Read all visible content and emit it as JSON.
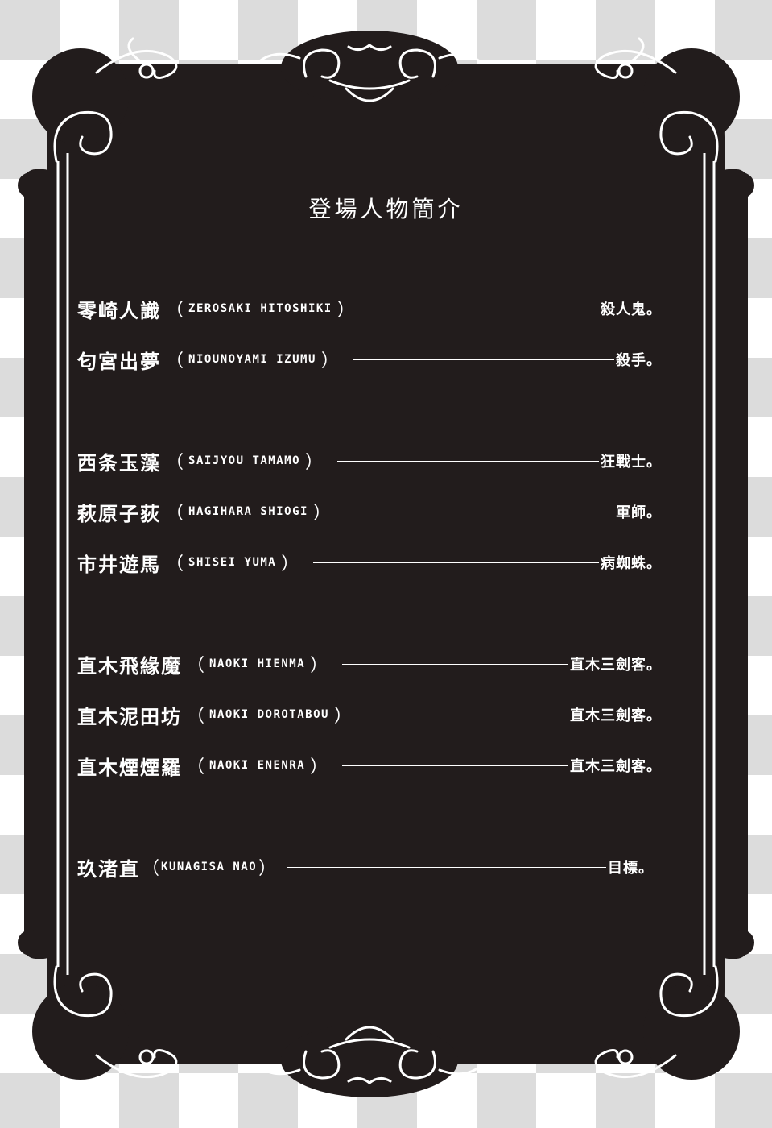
{
  "page": {
    "title": "登場人物簡介",
    "colors": {
      "panel": "#221c1c",
      "ornament": "#ffffff",
      "checker": "#d9d9d9"
    }
  },
  "characters": [
    {
      "name": "零崎人識",
      "romaji": "ZEROSAKI HITOSHIKI",
      "role": "殺人鬼。"
    },
    {
      "name": "匂宮出夢",
      "romaji": "NIOUNOYAMI IZUMU",
      "role": "殺手。"
    },
    {
      "name": "西条玉藻",
      "romaji": "SAIJYOU TAMAMO",
      "role": "狂戰士。"
    },
    {
      "name": "萩原子荻",
      "romaji": "HAGIHARA SHIOGI",
      "role": "軍師。"
    },
    {
      "name": "市井遊馬",
      "romaji": "SHISEI YUMA",
      "role": "病蜘蛛。"
    },
    {
      "name": "直木飛緣魔",
      "romaji": "NAOKI HIENMA",
      "role": "直木三劍客。"
    },
    {
      "name": "直木泥田坊",
      "romaji": "NAOKI DOROTABOU",
      "role": "直木三劍客。"
    },
    {
      "name": "直木煙煙羅",
      "romaji": "NAOKI ENENRA",
      "role": "直木三劍客。"
    },
    {
      "name": "玖渚直",
      "romaji": "KUNAGISA NAO",
      "role": "目標。"
    }
  ],
  "punctuation": {
    "open_paren": "（",
    "close_paren": "）"
  }
}
